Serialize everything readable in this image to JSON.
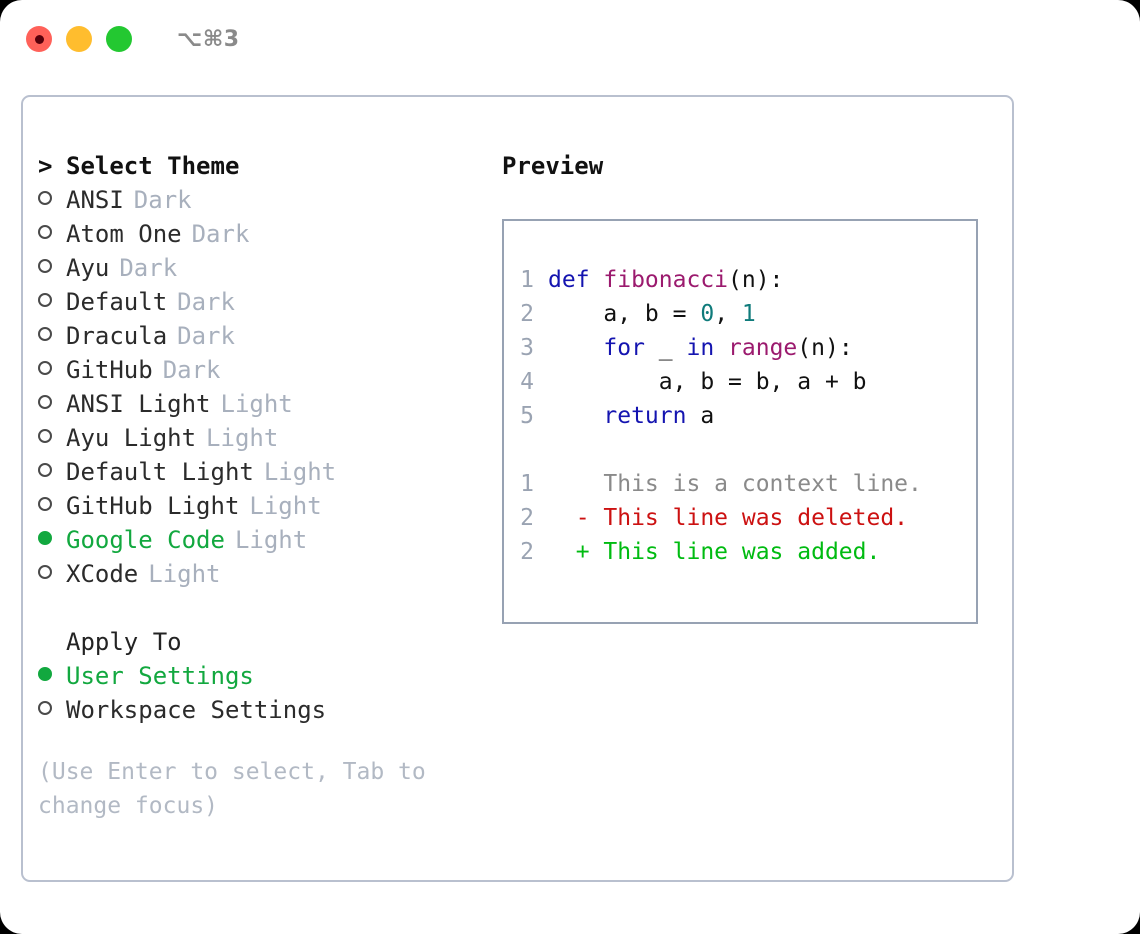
{
  "titlebar": {
    "shortcut": "⌥⌘3",
    "dots": [
      {
        "name": "close",
        "color": "#ff6159"
      },
      {
        "name": "minimize",
        "color": "#ffbd2e"
      },
      {
        "name": "maximize",
        "color": "#23c831"
      }
    ]
  },
  "theme_picker": {
    "header_caret": ">",
    "header": "Select Theme",
    "items": [
      {
        "name": "ANSI",
        "tag": "Dark",
        "selected": false
      },
      {
        "name": "Atom One",
        "tag": "Dark",
        "selected": false
      },
      {
        "name": "Ayu",
        "tag": "Dark",
        "selected": false
      },
      {
        "name": "Default",
        "tag": "Dark",
        "selected": false
      },
      {
        "name": "Dracula",
        "tag": "Dark",
        "selected": false
      },
      {
        "name": "GitHub",
        "tag": "Dark",
        "selected": false
      },
      {
        "name": "ANSI Light",
        "tag": "Light",
        "selected": false
      },
      {
        "name": "Ayu Light",
        "tag": "Light",
        "selected": false
      },
      {
        "name": "Default Light",
        "tag": "Light",
        "selected": false
      },
      {
        "name": "GitHub Light",
        "tag": "Light",
        "selected": false
      },
      {
        "name": "Google Code",
        "tag": "Light",
        "selected": true
      },
      {
        "name": "XCode",
        "tag": "Light",
        "selected": false
      }
    ]
  },
  "apply_to": {
    "header": "Apply To",
    "items": [
      {
        "name": "User Settings",
        "selected": true
      },
      {
        "name": "Workspace Settings",
        "selected": false
      }
    ]
  },
  "hint": "(Use Enter to select, Tab to change focus)",
  "preview": {
    "label": "Preview",
    "code_lines": [
      {
        "no": "1",
        "tokens": [
          {
            "t": "def ",
            "c": "kw"
          },
          {
            "t": "fibonacci",
            "c": "fn"
          },
          {
            "t": "(n):",
            "c": "pl"
          }
        ]
      },
      {
        "no": "2",
        "tokens": [
          {
            "t": "    a, b = ",
            "c": "pl"
          },
          {
            "t": "0",
            "c": "num"
          },
          {
            "t": ", ",
            "c": "pl"
          },
          {
            "t": "1",
            "c": "num"
          }
        ]
      },
      {
        "no": "3",
        "tokens": [
          {
            "t": "    ",
            "c": "pl"
          },
          {
            "t": "for",
            "c": "kw"
          },
          {
            "t": " _ ",
            "c": "pl"
          },
          {
            "t": "in",
            "c": "kw"
          },
          {
            "t": " ",
            "c": "pl"
          },
          {
            "t": "range",
            "c": "fn"
          },
          {
            "t": "(n):",
            "c": "pl"
          }
        ]
      },
      {
        "no": "4",
        "tokens": [
          {
            "t": "        a, b = b, a + b",
            "c": "pl"
          }
        ]
      },
      {
        "no": "5",
        "tokens": [
          {
            "t": "    ",
            "c": "pl"
          },
          {
            "t": "return",
            "c": "kw"
          },
          {
            "t": " a",
            "c": "pl"
          }
        ]
      }
    ],
    "diff_lines": [
      {
        "no": "1",
        "sign": " ",
        "text": "This is a context line.",
        "kind": "ctx"
      },
      {
        "no": "2",
        "sign": "-",
        "text": "This line was deleted.",
        "kind": "del"
      },
      {
        "no": "2",
        "sign": "+",
        "text": "This line was added.",
        "kind": "add"
      }
    ]
  },
  "colors": {
    "accent_green": "#12a83f",
    "muted": "#a8b0bd",
    "border": "#b9c0cf",
    "preview_border": "#97a2b3",
    "keyword": "#1414b0",
    "function": "#9b1a6e",
    "number": "#0f7b7b",
    "diff_add": "#00bb11",
    "diff_del": "#cc1111",
    "diff_ctx": "#8a8a8a"
  }
}
